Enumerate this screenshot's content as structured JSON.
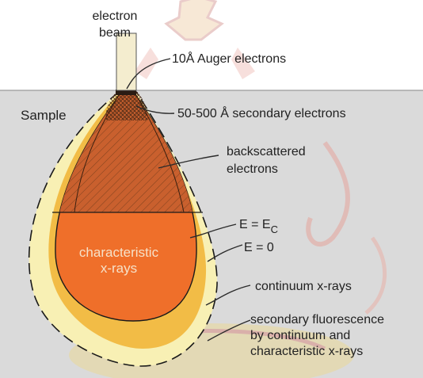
{
  "labels": {
    "electron_beam_line1": "electron",
    "electron_beam_line2": "beam",
    "auger": "10Å Auger electrons",
    "sample": "Sample",
    "secondary_electrons": "50-500 Å  secondary electrons",
    "backscattered_line1": "backscattered",
    "backscattered_line2": "electrons",
    "e_ec_prefix": "E = E",
    "e_ec_sub": "C",
    "e_zero": "E = 0",
    "characteristic_line1": "characteristic",
    "characteristic_line2": "x-rays",
    "continuum": "continuum x-rays",
    "fluorescence_line1": "secondary fluorescence",
    "fluorescence_line2": "by continuum and",
    "fluorescence_line3": "characteristic x-rays"
  },
  "colors": {
    "sample_bg": "#dadada",
    "beam": "#f4edcf",
    "outer_halo": "#f8f0b4",
    "continuum_zone": "#f2bc46",
    "characteristic_zone": "#ef6f2a",
    "backscatter_zone": "#c9602e",
    "auger_layer": "#2a1c14",
    "watermark": "#e4a19a"
  },
  "icons": [
    "electron-beam-icon",
    "interaction-volume-icon",
    "temple-watermark-icon"
  ]
}
